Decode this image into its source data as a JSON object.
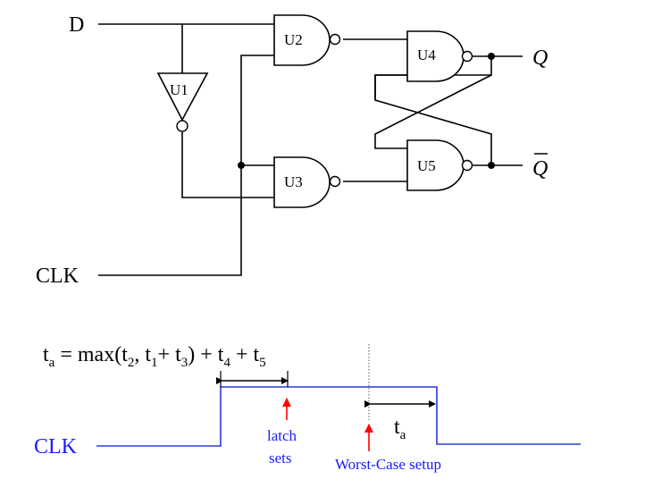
{
  "circuit": {
    "input_d": "D",
    "input_clk": "CLK",
    "output_q": "Q",
    "output_qbar": "Q",
    "gates": {
      "u1": "U1",
      "u2": "U2",
      "u3": "U3",
      "u4": "U4",
      "u5": "U5"
    }
  },
  "timing": {
    "equation": {
      "lhs": "t",
      "lhs_sub": "a",
      "eq": " = max(t",
      "s1": "2",
      "comma": ", t",
      "s2": "1",
      "plus1": "+ t",
      "s3": "3",
      "close": ") + t",
      "s4": "4",
      "plus2": " + t",
      "s5": "5"
    },
    "clk_label": "CLK",
    "latch_sets_line1": "latch",
    "latch_sets_line2": "sets",
    "worst_case_setup": "Worst-Case setup",
    "ta_label": "t",
    "ta_sub": "a"
  },
  "colors": {
    "clk_wave": "#2a3bd6",
    "annotation_blue": "#1a1aff",
    "arrow_red": "#ff0000"
  }
}
